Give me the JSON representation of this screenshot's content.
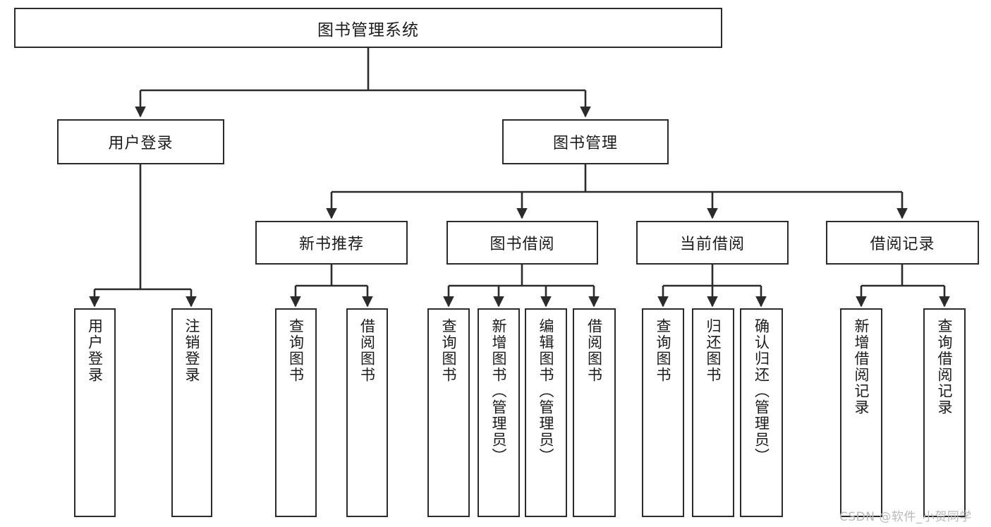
{
  "diagram": {
    "type": "tree-hierarchy",
    "title": "图书管理系统",
    "root": {
      "label": "图书管理系统"
    },
    "level2": [
      {
        "label": "用户登录"
      },
      {
        "label": "图书管理"
      }
    ],
    "level3": [
      {
        "label": "新书推荐"
      },
      {
        "label": "图书借阅"
      },
      {
        "label": "当前借阅"
      },
      {
        "label": "借阅记录"
      }
    ],
    "leaves": {
      "user_login": [
        {
          "label": "用户登录"
        },
        {
          "label": "注销登录"
        }
      ],
      "new_book_recommend": [
        {
          "label": "查询图书"
        },
        {
          "label": "借阅图书"
        }
      ],
      "book_borrow": [
        {
          "label": "查询图书"
        },
        {
          "label": "新增图书（管理员）"
        },
        {
          "label": "编辑图书（管理员）"
        },
        {
          "label": "借阅图书"
        }
      ],
      "current_borrow": [
        {
          "label": "查询图书"
        },
        {
          "label": "归还图书"
        },
        {
          "label": "确认归还（管理员）"
        }
      ],
      "borrow_records": [
        {
          "label": "新增借阅记录"
        },
        {
          "label": "查询借阅记录"
        }
      ]
    },
    "watermark": "CSDN @软件_小贺同学",
    "colors": {
      "stroke": "#2b2b2b",
      "fill": "#ffffff",
      "text": "#1b1b1b",
      "watermark": "#b9b9b9"
    }
  }
}
